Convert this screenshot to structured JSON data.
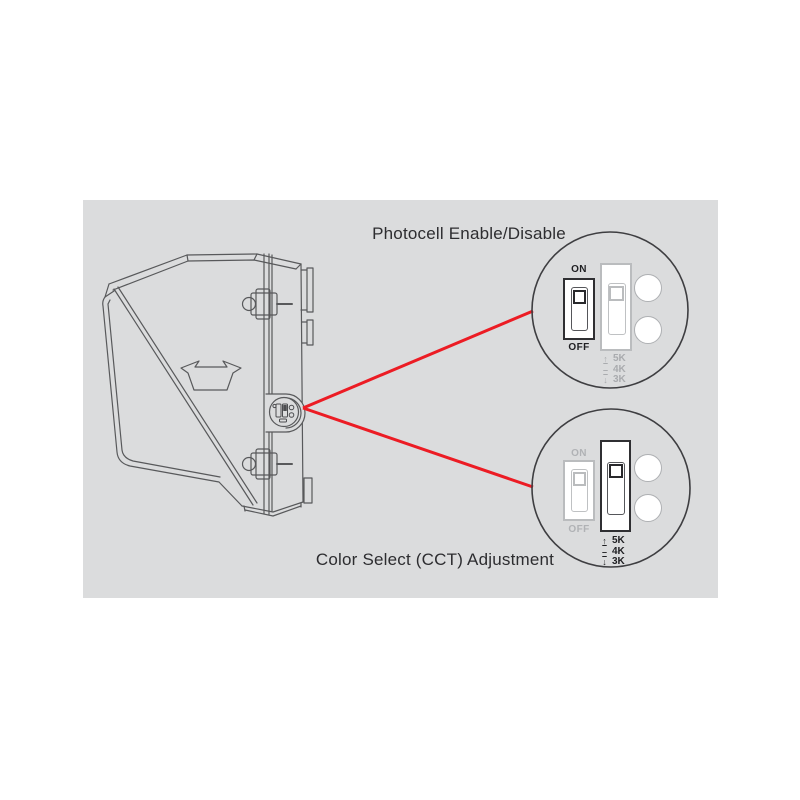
{
  "diagram": {
    "type": "wall-pack-luminaire-switch-callout-diagram",
    "colors": {
      "panel_background": "#DBDCDD",
      "line_art_gray": "#58595B",
      "accent_red": "#EC1C24",
      "ink": "#1F1F22",
      "inactive_gray": "#B0B2B5"
    },
    "icons": {
      "fixture": "wall-pack-fixture-side-view",
      "keystone": "keystone-logo-icon",
      "dip_pod": "dip-switch-pod-icon"
    },
    "callouts": {
      "photocell": {
        "title": "Photocell Enable/Disable",
        "on_label": "ON",
        "off_label": "OFF",
        "legend": [
          {
            "glyph": "↑",
            "label": "5K"
          },
          {
            "glyph": "–",
            "label": "4K"
          },
          {
            "glyph": "↓",
            "label": "3K"
          }
        ]
      },
      "cct": {
        "title": "Color Select (CCT) Adjustment",
        "on_label": "ON",
        "off_label": "OFF",
        "legend": [
          {
            "glyph": "↑",
            "label": "5K"
          },
          {
            "glyph": "–",
            "label": "4K"
          },
          {
            "glyph": "↓",
            "label": "3K"
          }
        ]
      }
    }
  }
}
